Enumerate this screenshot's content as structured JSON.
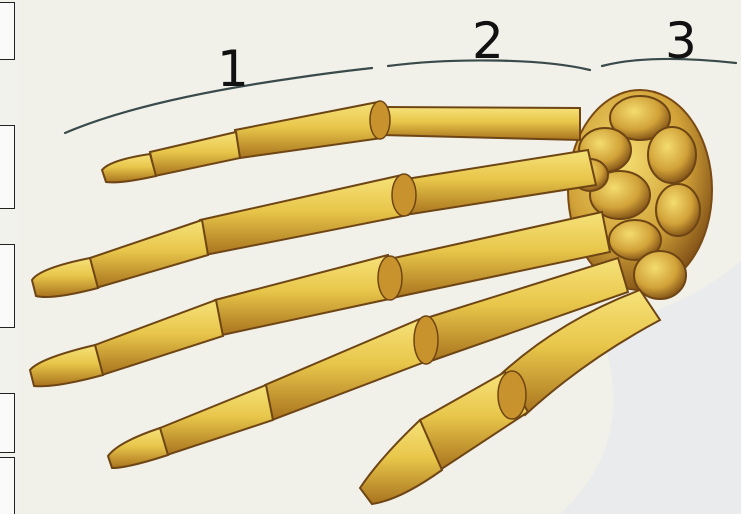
{
  "labels": {
    "fingers": "1",
    "metacarpals": "2",
    "wrist": "3"
  },
  "colors": {
    "bone_fill": "#e8c64a",
    "bone_shade": "#a8731e",
    "bone_dark": "#6e4514",
    "bracket": "#3a4a4a",
    "background": "#f1f1ea"
  }
}
